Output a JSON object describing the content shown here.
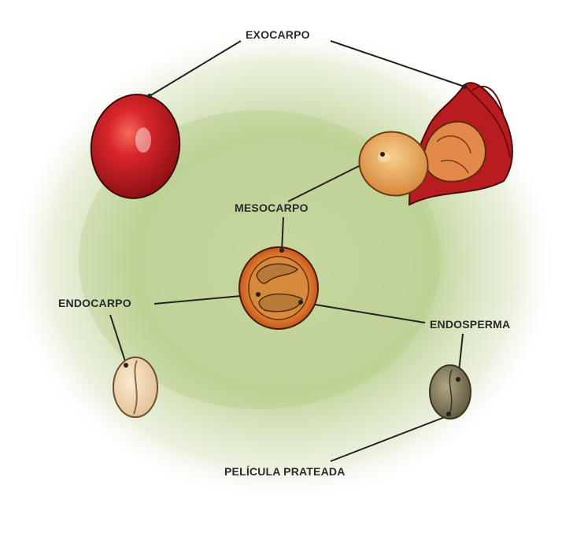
{
  "labels": {
    "exocarp": "EXOCARPO",
    "mesocarp": "MESOCARPO",
    "endocarp": "ENDOCARPO",
    "endosperm": "ENDOSPERMA",
    "silverskin": "PELÍCULA PRATEADA"
  },
  "colors": {
    "background_green": "#b9cf8e",
    "cherry_red": "#c7141c",
    "pulp_orange": "#e8a75a",
    "parchment": "#f1d9b2",
    "green_bean": "#7f775a",
    "leader_line": "#222222"
  }
}
